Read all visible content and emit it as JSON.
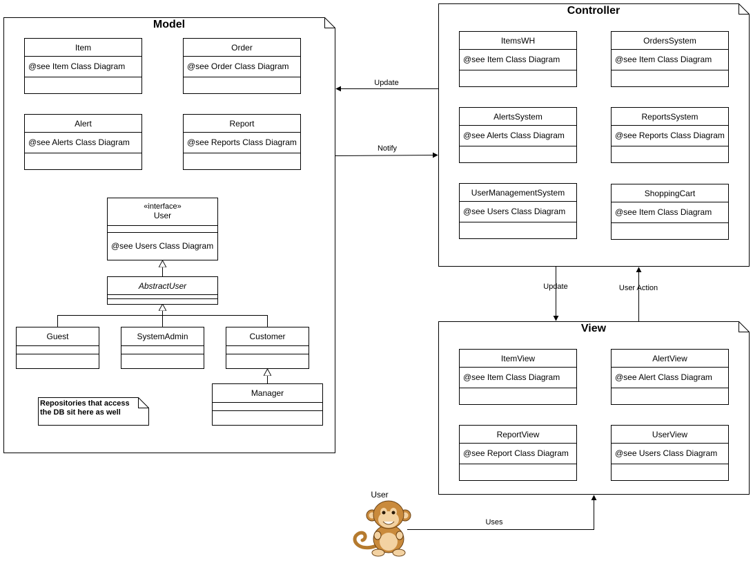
{
  "packages": {
    "model": {
      "title": "Model"
    },
    "controller": {
      "title": "Controller"
    },
    "view": {
      "title": "View"
    }
  },
  "model_classes": {
    "item": {
      "name": "Item",
      "attr": "@see Item Class Diagram"
    },
    "order": {
      "name": "Order",
      "attr": "@see Order Class Diagram"
    },
    "alert": {
      "name": "Alert",
      "attr": "@see Alerts Class Diagram"
    },
    "report": {
      "name": "Report",
      "attr": "@see Reports Class Diagram"
    },
    "user": {
      "stereotype": "«interface»",
      "name": "User",
      "attr": "@see Users Class Diagram"
    },
    "abstract_user": {
      "name": "AbstractUser"
    },
    "guest": {
      "name": "Guest"
    },
    "system_admin": {
      "name": "SystemAdmin"
    },
    "customer": {
      "name": "Customer"
    },
    "manager": {
      "name": "Manager"
    }
  },
  "model_note": {
    "line1": "Repositories that access",
    "line2": "the DB sit here as well"
  },
  "controller_classes": {
    "items_wh": {
      "name": "ItemsWH",
      "attr": "@see Item Class Diagram"
    },
    "orders_system": {
      "name": "OrdersSystem",
      "attr": "@see Item Class Diagram"
    },
    "alerts_system": {
      "name": "AlertsSystem",
      "attr": "@see Alerts Class Diagram"
    },
    "reports_system": {
      "name": "ReportsSystem",
      "attr": "@see Reports Class Diagram"
    },
    "user_management_system": {
      "name": "UserManagementSystem",
      "attr": "@see Users Class Diagram"
    },
    "shopping_cart": {
      "name": "ShoppingCart",
      "attr": "@see Item Class Diagram"
    }
  },
  "view_classes": {
    "item_view": {
      "name": "ItemView",
      "attr": "@see Item Class Diagram"
    },
    "alert_view": {
      "name": "AlertView",
      "attr": "@see Alert Class Diagram"
    },
    "report_view": {
      "name": "ReportView",
      "attr": "@see Report Class Diagram"
    },
    "user_view": {
      "name": "UserView",
      "attr": "@see Users Class Diagram"
    }
  },
  "edges": {
    "controller_to_model": "Update",
    "model_to_controller": "Notify",
    "controller_to_view": "Update",
    "view_to_controller": "User Action",
    "user_to_view": "Uses"
  },
  "actor": {
    "label": "User",
    "icon": "monkey-mascot-icon"
  },
  "colors": {
    "line": "#000000",
    "background": "#ffffff",
    "mascot_fur": "#c98a3c",
    "mascot_face": "#f3d2a2"
  }
}
